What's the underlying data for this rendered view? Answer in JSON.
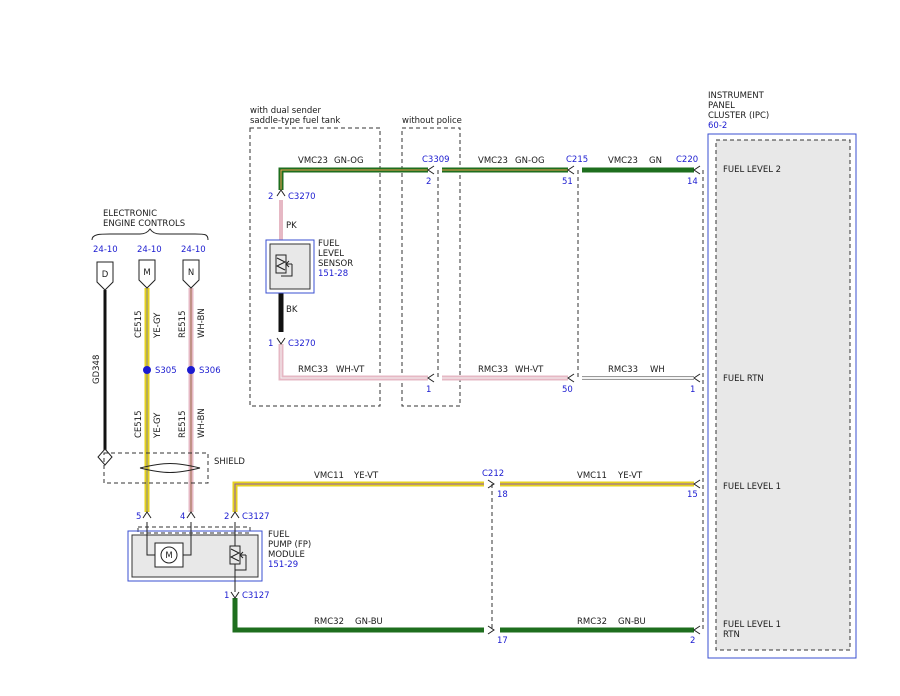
{
  "groups": {
    "dual_sender": [
      "with dual sender",
      "saddle-type fuel tank"
    ],
    "without_police": "without police",
    "ipc": [
      "INSTRUMENT",
      "PANEL",
      "CLUSTER (IPC)"
    ],
    "ipc_ref": "60-2",
    "eec": [
      "ELECTRONIC",
      "ENGINE CONTROLS"
    ]
  },
  "connectors": {
    "c3309": "C3309",
    "c215": "C215",
    "c220": "C220",
    "c3270_top": "C3270",
    "c3270_bot": "C3270",
    "c212": "C212",
    "c3127_top": "C3127",
    "c3127_bot": "C3127"
  },
  "pins": {
    "p2_c3309": "2",
    "p51": "51",
    "p14": "14",
    "p2_c3270": "2",
    "p1_c3270": "1",
    "p1_rtn_left": "1",
    "p50": "50",
    "p1_rtn_right": "1",
    "p18": "18",
    "p15": "15",
    "p5": "5",
    "p4": "4",
    "p2_c3127": "2",
    "p1_c3127": "1",
    "p17": "17",
    "p2_right": "2"
  },
  "wires": {
    "vmc23_a": "VMC23",
    "gnog_a": "GN-OG",
    "vmc23_b": "VMC23",
    "gnog_b": "GN-OG",
    "vmc23_c": "VMC23",
    "gn_c": "GN",
    "pk": "PK",
    "bk": "BK",
    "rmc33_a": "RMC33",
    "whvt_a": "WH-VT",
    "rmc33_b": "RMC33",
    "whvt_b": "WH-VT",
    "rmc33_c": "RMC33",
    "wh_c": "WH",
    "vmc11_a": "VMC11",
    "yevt_a": "YE-VT",
    "vmc11_b": "VMC11",
    "yevt_b": "YE-VT",
    "rmc32_a": "RMC32",
    "gnbu_a": "GN-BU",
    "rmc32_b": "RMC32",
    "gnbu_b": "GN-BU",
    "ce515_a": "CE515",
    "yegy_a": "YE-GY",
    "re515_a": "RE515",
    "whbn_a": "WH-BN",
    "ce515_b": "CE515",
    "yegy_b": "YE-GY",
    "re515_b": "RE515",
    "whbn_b": "WH-BN",
    "gd348": "GD348"
  },
  "splices": {
    "s305": "S305",
    "s306": "S306"
  },
  "refs": {
    "d": "24-10",
    "m": "24-10",
    "n": "24-10"
  },
  "conn_letters": {
    "d": "D",
    "m": "M",
    "n": "N"
  },
  "shield": "SHIELD",
  "sensor": {
    "lines": [
      "FUEL",
      "LEVEL",
      "SENSOR"
    ],
    "ref": "151-28"
  },
  "pump": {
    "lines": [
      "FUEL",
      "PUMP (FP)",
      "MODULE"
    ],
    "ref": "151-29",
    "motor": "M"
  },
  "ipc_signals": {
    "level2": "FUEL LEVEL 2",
    "rtn": "FUEL RTN",
    "level1": "FUEL LEVEL 1",
    "level1_rtn": [
      "FUEL LEVEL 1",
      "RTN"
    ]
  },
  "colors": {
    "green": "#1e6e1e",
    "yellow": "#e6d21e",
    "pink": "#e6b8c4",
    "white": "#f4f4f4",
    "black": "#111111",
    "label_blue": "#1b1bd0",
    "box_blue": "#3a4fd0"
  }
}
